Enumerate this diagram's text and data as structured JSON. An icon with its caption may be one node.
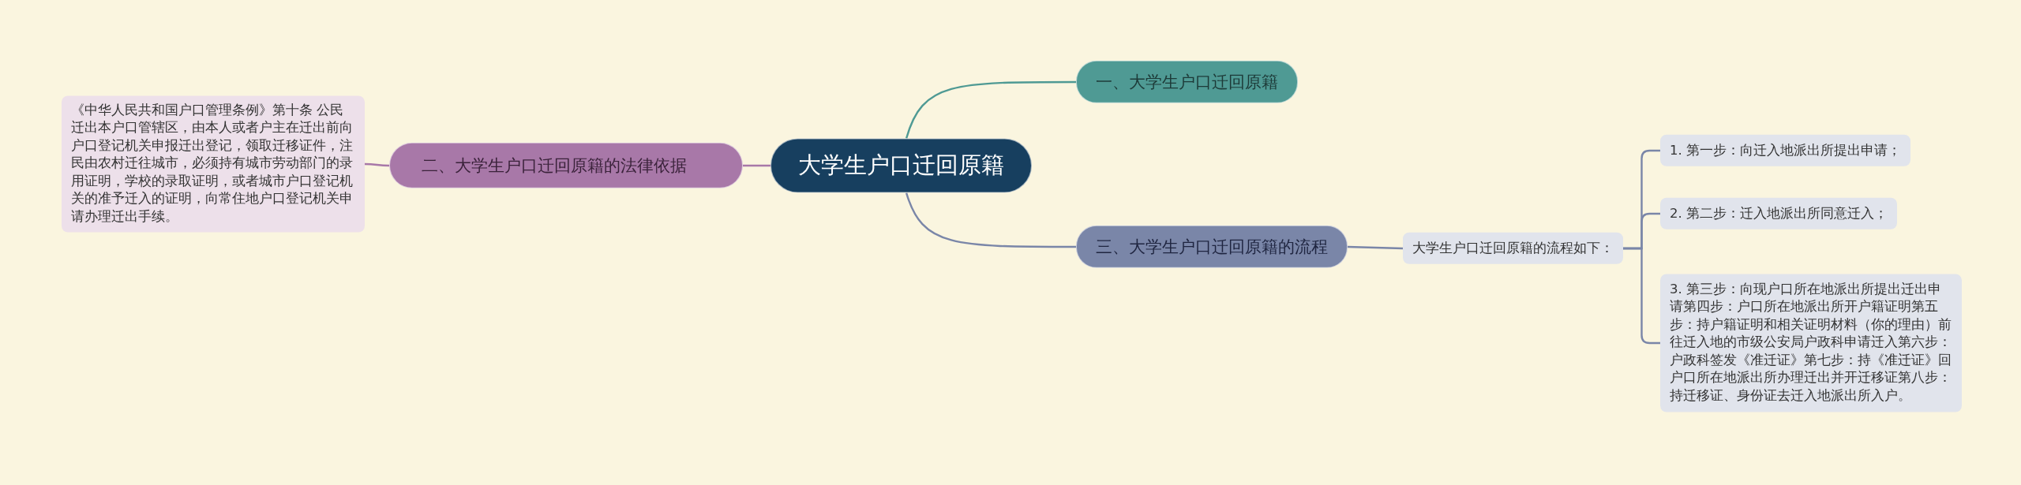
{
  "diagram": {
    "nodes": [
      {
        "text": [
          "大学生户口迁回原籍"
        ]
      },
      {
        "text": [
          "一、大学生户口迁回原籍"
        ]
      },
      {
        "text": [
          "二、大学生户口迁回原籍的法律依据"
        ]
      },
      {
        "text": [
          "《中华人民共和国户口管理条例》第十条 公民迁出本户口管辖区，由本人或者户主在迁出前向户口登记机关申报迁出登记，领取迁移证件，注民由农村迁往城市，必须持有城市劳动部门的录用证明，学校的录取证明，或者城市户口登记机关的准予迁入的证明，向常住地户口登记机关申请办理迁出手续。"
        ]
      },
      {
        "text": [
          "三、大学生户口迁回原籍的流程"
        ]
      },
      {
        "text": [
          "大学生户口迁回原籍的流程如下："
        ]
      },
      {
        "text": [
          "1. 第一步：向迁入地派出所提出申请；"
        ]
      },
      {
        "text": [
          "2. 第二步：迁入地派出所同意迁入；"
        ]
      },
      {
        "text": [
          "3. 第三步：向现户口所在地派出所提出迁出申请第四步：户口所在地派出所开户籍证明第五步：持户籍证明和相关证明材料（你的理由）前往迁入地的市级公安局户政科申请迁入第六步：户政科签发《准迁证》第七步：持《准迁证》回户口所在地派出所办理迁出并开迁移证第八步：持迁移证、身份证去迁入地派出所入户。"
        ]
      }
    ],
    "edges": [
      {
        "from": 0,
        "to": 1,
        "arrow": "none",
        "color": "#4f9a94"
      },
      {
        "from": 0,
        "to": 2,
        "arrow": "none",
        "color": "#a878a8"
      },
      {
        "from": 2,
        "to": 3,
        "arrow": "none",
        "color": "#a878a8"
      },
      {
        "from": 0,
        "to": 4,
        "arrow": "none"
      },
      {
        "from": 4,
        "to": 5,
        "arrow": "none"
      },
      {
        "from": 5,
        "to": 6,
        "arrow": "none"
      },
      {
        "from": 5,
        "to": 7,
        "arrow": "none"
      },
      {
        "from": 5,
        "to": 8,
        "arrow": "none"
      }
    ]
  }
}
